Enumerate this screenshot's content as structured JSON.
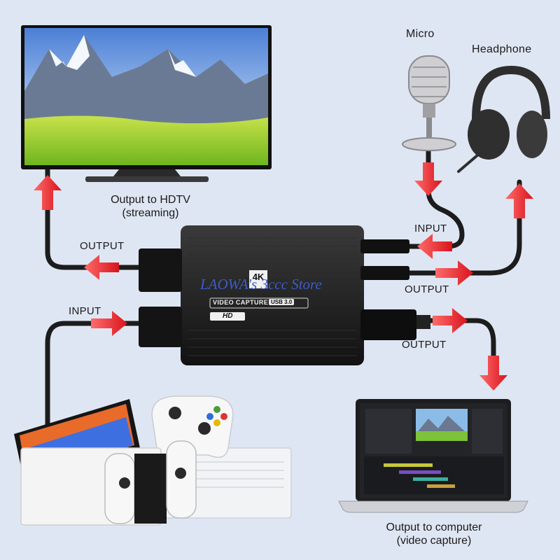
{
  "labels": {
    "micro": "Micro",
    "headphone": "Headphone",
    "output_hdtv_line1": "Output to HDTV",
    "output_hdtv_line2": "(streaming)",
    "hdmi_output": "OUTPUT",
    "hdmi_input": "INPUT",
    "mic_input": "INPUT",
    "audio_output": "OUTPUT",
    "usb_output": "OUTPUT",
    "computer_line1": "Output to computer",
    "computer_line2": "(video capture)"
  },
  "device": {
    "badge": "4K",
    "model": "VIDEO CAPTURE",
    "usb": "USB 3.0",
    "hd": "HD"
  },
  "watermark": "LAOWA's 3ccc Store",
  "colors": {
    "background": "#dfe6f3",
    "arrow": "#e8242c",
    "cable": "#1c1c1c",
    "watermark": "#3d5cc9"
  }
}
